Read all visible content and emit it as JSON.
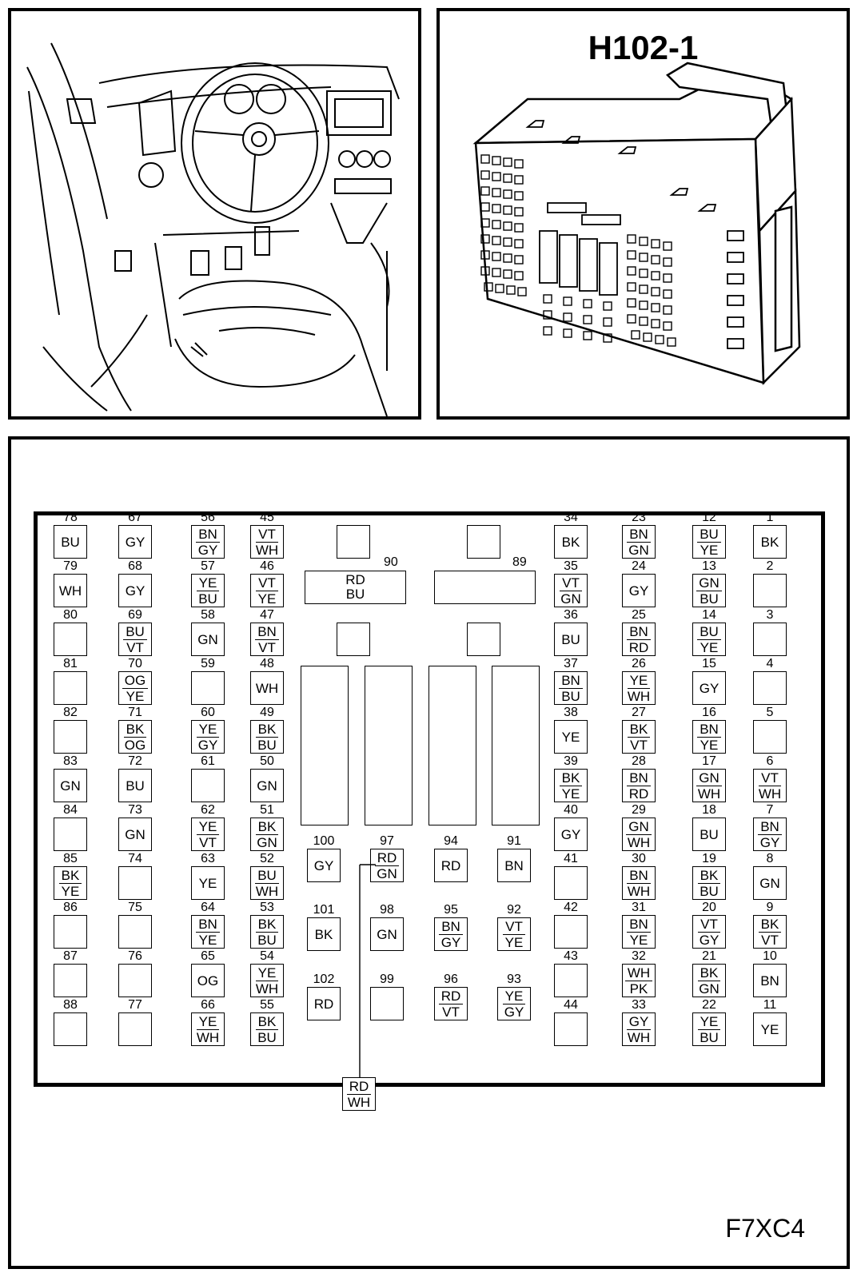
{
  "connector": {
    "title": "H102-1"
  },
  "figure_code": "F7XC4",
  "pins_left": [
    {
      "n": "78",
      "c": [
        "BU"
      ]
    },
    {
      "n": "79",
      "c": [
        "WH"
      ]
    },
    {
      "n": "80",
      "c": []
    },
    {
      "n": "81",
      "c": []
    },
    {
      "n": "82",
      "c": []
    },
    {
      "n": "83",
      "c": [
        "GN"
      ]
    },
    {
      "n": "84",
      "c": []
    },
    {
      "n": "85",
      "c": [
        "BK",
        "YE"
      ]
    },
    {
      "n": "86",
      "c": []
    },
    {
      "n": "87",
      "c": []
    },
    {
      "n": "88",
      "c": []
    },
    {
      "n": "67",
      "c": [
        "GY"
      ]
    },
    {
      "n": "68",
      "c": [
        "GY"
      ]
    },
    {
      "n": "69",
      "c": [
        "BU",
        "VT"
      ]
    },
    {
      "n": "70",
      "c": [
        "OG",
        "YE"
      ]
    },
    {
      "n": "71",
      "c": [
        "BK",
        "OG"
      ]
    },
    {
      "n": "72",
      "c": [
        "BU"
      ]
    },
    {
      "n": "73",
      "c": [
        "GN"
      ]
    },
    {
      "n": "74",
      "c": []
    },
    {
      "n": "75",
      "c": []
    },
    {
      "n": "76",
      "c": []
    },
    {
      "n": "77",
      "c": []
    },
    {
      "n": "56",
      "c": [
        "BN",
        "GY"
      ]
    },
    {
      "n": "57",
      "c": [
        "YE",
        "BU"
      ]
    },
    {
      "n": "58",
      "c": [
        "GN"
      ]
    },
    {
      "n": "59",
      "c": []
    },
    {
      "n": "60",
      "c": [
        "YE",
        "GY"
      ]
    },
    {
      "n": "61",
      "c": []
    },
    {
      "n": "62",
      "c": [
        "YE",
        "VT"
      ]
    },
    {
      "n": "63",
      "c": [
        "YE"
      ]
    },
    {
      "n": "64",
      "c": [
        "BN",
        "YE"
      ]
    },
    {
      "n": "65",
      "c": [
        "OG"
      ]
    },
    {
      "n": "66",
      "c": [
        "YE",
        "WH"
      ]
    },
    {
      "n": "45",
      "c": [
        "VT",
        "WH"
      ]
    },
    {
      "n": "46",
      "c": [
        "VT",
        "YE"
      ]
    },
    {
      "n": "47",
      "c": [
        "BN",
        "VT"
      ]
    },
    {
      "n": "48",
      "c": [
        "WH"
      ]
    },
    {
      "n": "49",
      "c": [
        "BK",
        "BU"
      ]
    },
    {
      "n": "50",
      "c": [
        "GN"
      ]
    },
    {
      "n": "51",
      "c": [
        "BK",
        "GN"
      ]
    },
    {
      "n": "52",
      "c": [
        "BU",
        "WH"
      ]
    },
    {
      "n": "53",
      "c": [
        "BK",
        "BU"
      ]
    },
    {
      "n": "54",
      "c": [
        "YE",
        "WH"
      ]
    },
    {
      "n": "55",
      "c": [
        "BK",
        "BU"
      ]
    }
  ],
  "pins_right": [
    {
      "n": "34",
      "c": [
        "BK"
      ]
    },
    {
      "n": "35",
      "c": [
        "VT",
        "GN"
      ]
    },
    {
      "n": "36",
      "c": [
        "BU"
      ]
    },
    {
      "n": "37",
      "c": [
        "BN",
        "BU"
      ]
    },
    {
      "n": "38",
      "c": [
        "YE"
      ]
    },
    {
      "n": "39",
      "c": [
        "BK",
        "YE"
      ]
    },
    {
      "n": "40",
      "c": [
        "GY"
      ]
    },
    {
      "n": "41",
      "c": []
    },
    {
      "n": "42",
      "c": []
    },
    {
      "n": "43",
      "c": []
    },
    {
      "n": "44",
      "c": []
    },
    {
      "n": "23",
      "c": [
        "BN",
        "GN"
      ]
    },
    {
      "n": "24",
      "c": [
        "GY"
      ]
    },
    {
      "n": "25",
      "c": [
        "BN",
        "RD"
      ]
    },
    {
      "n": "26",
      "c": [
        "YE",
        "WH"
      ]
    },
    {
      "n": "27",
      "c": [
        "BK",
        "VT"
      ]
    },
    {
      "n": "28",
      "c": [
        "BN",
        "RD"
      ]
    },
    {
      "n": "29",
      "c": [
        "GN",
        "WH"
      ]
    },
    {
      "n": "30",
      "c": [
        "BN",
        "WH"
      ]
    },
    {
      "n": "31",
      "c": [
        "BN",
        "YE"
      ]
    },
    {
      "n": "32",
      "c": [
        "WH",
        "PK"
      ]
    },
    {
      "n": "33",
      "c": [
        "GY",
        "WH"
      ]
    },
    {
      "n": "12",
      "c": [
        "BU",
        "YE"
      ]
    },
    {
      "n": "13",
      "c": [
        "GN",
        "BU"
      ]
    },
    {
      "n": "14",
      "c": [
        "BU",
        "YE"
      ]
    },
    {
      "n": "15",
      "c": [
        "GY"
      ]
    },
    {
      "n": "16",
      "c": [
        "BN",
        "YE"
      ]
    },
    {
      "n": "17",
      "c": [
        "GN",
        "WH"
      ]
    },
    {
      "n": "18",
      "c": [
        "BU"
      ]
    },
    {
      "n": "19",
      "c": [
        "BK",
        "BU"
      ]
    },
    {
      "n": "20",
      "c": [
        "VT",
        "GY"
      ]
    },
    {
      "n": "21",
      "c": [
        "BK",
        "GN"
      ]
    },
    {
      "n": "22",
      "c": [
        "YE",
        "BU"
      ]
    },
    {
      "n": "1",
      "c": [
        "BK"
      ]
    },
    {
      "n": "2",
      "c": []
    },
    {
      "n": "3",
      "c": []
    },
    {
      "n": "4",
      "c": []
    },
    {
      "n": "5",
      "c": []
    },
    {
      "n": "6",
      "c": [
        "VT",
        "WH"
      ]
    },
    {
      "n": "7",
      "c": [
        "BN",
        "GY"
      ]
    },
    {
      "n": "8",
      "c": [
        "GN"
      ]
    },
    {
      "n": "9",
      "c": [
        "BK",
        "VT"
      ]
    },
    {
      "n": "10",
      "c": [
        "BN"
      ]
    },
    {
      "n": "11",
      "c": [
        "YE"
      ]
    }
  ],
  "pins_middle": [
    {
      "n": "100",
      "c": [
        "GY"
      ]
    },
    {
      "n": "97",
      "c": [
        "RD",
        "GN"
      ]
    },
    {
      "n": "94",
      "c": [
        "RD"
      ]
    },
    {
      "n": "91",
      "c": [
        "BN"
      ]
    },
    {
      "n": "101",
      "c": [
        "BK"
      ]
    },
    {
      "n": "98",
      "c": [
        "GN"
      ]
    },
    {
      "n": "95",
      "c": [
        "BN",
        "GY"
      ]
    },
    {
      "n": "92",
      "c": [
        "VT",
        "YE"
      ]
    },
    {
      "n": "102",
      "c": [
        "RD"
      ]
    },
    {
      "n": "99",
      "c": []
    },
    {
      "n": "96",
      "c": [
        "RD",
        "VT"
      ]
    },
    {
      "n": "93",
      "c": [
        "YE",
        "GY"
      ]
    }
  ],
  "wide_slots": [
    {
      "n": "90",
      "c": [
        "RD",
        "BU"
      ]
    },
    {
      "n": "89",
      "c": []
    }
  ],
  "callout": {
    "c": [
      "RD",
      "WH"
    ]
  }
}
